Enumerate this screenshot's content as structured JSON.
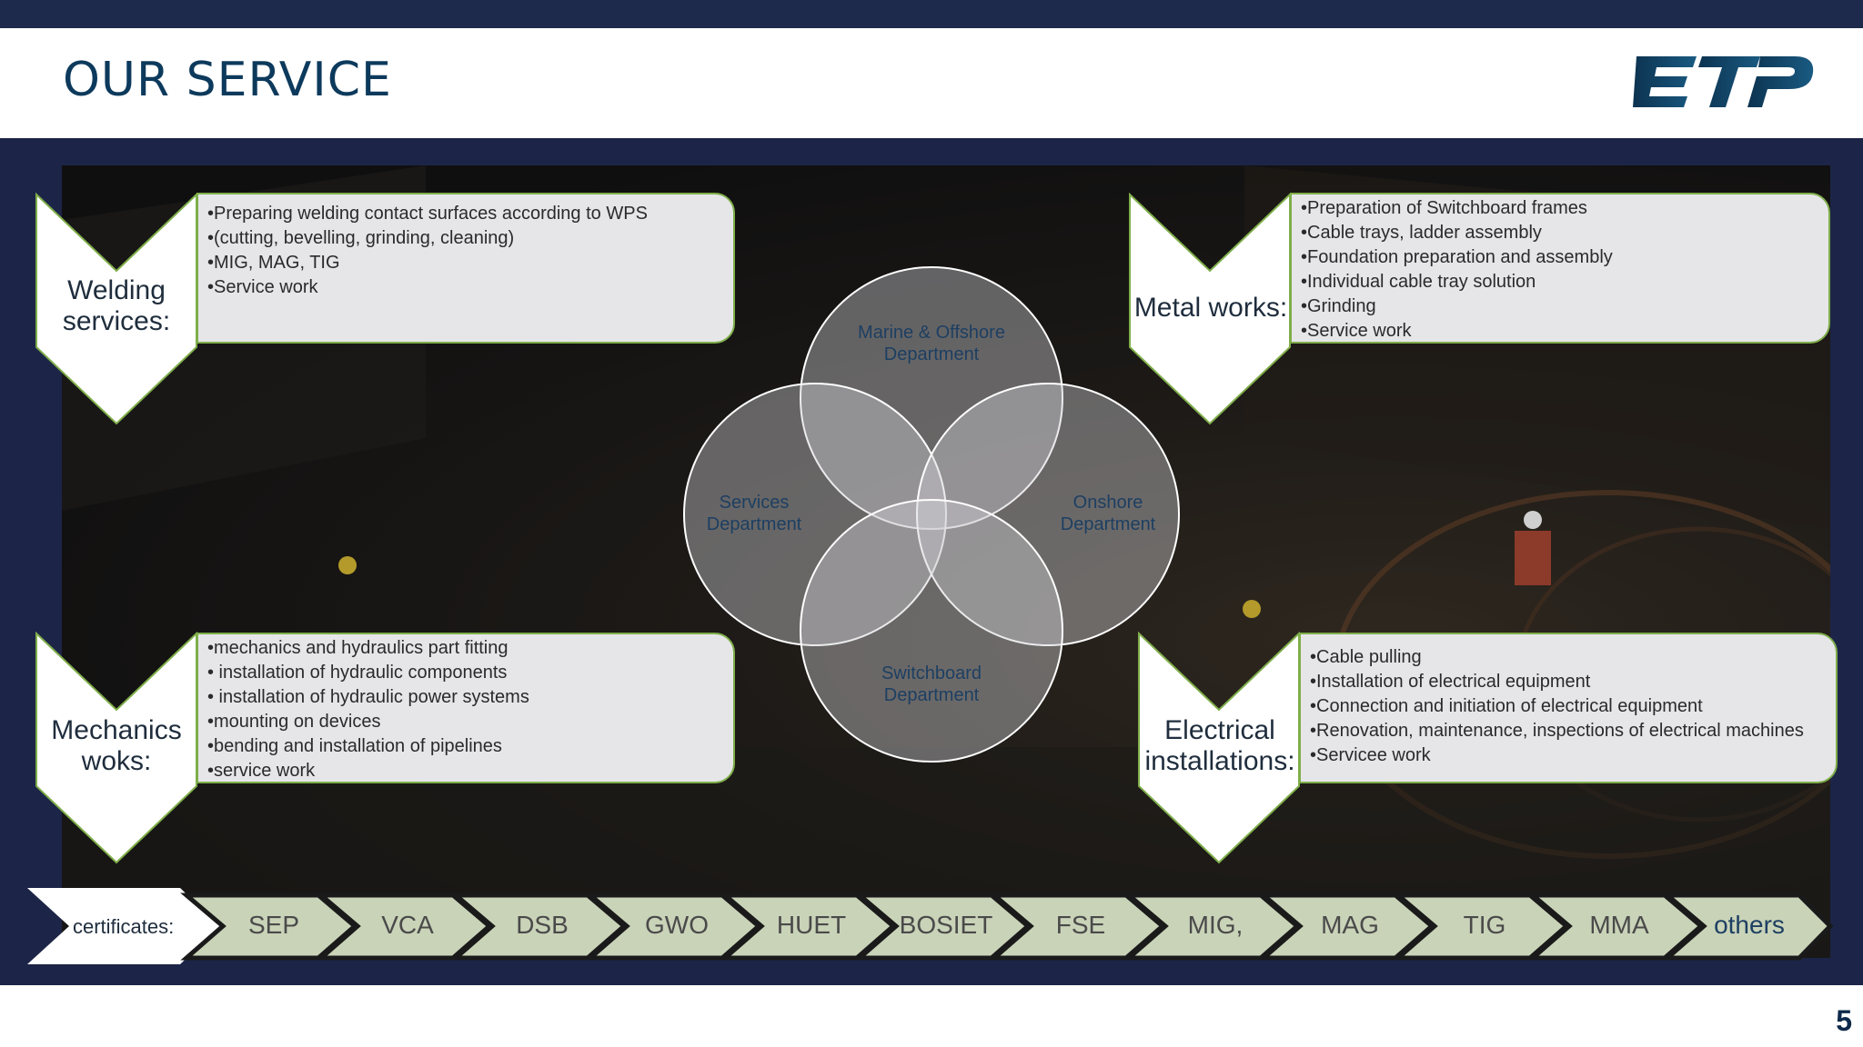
{
  "header": {
    "title": "OUR SERVICE",
    "logo_text": "ETP"
  },
  "footer": {
    "page_number": "5"
  },
  "sections": {
    "welding": {
      "label_line1": "Welding",
      "label_line2": "services:",
      "items": [
        "•Preparing welding contact surfaces according to WPS",
        "•(cutting, bevelling, grinding, cleaning)",
        "•MIG, MAG, TIG",
        "•Service work"
      ]
    },
    "metal": {
      "label_line1": "Metal works:",
      "items": [
        "•Preparation of Switchboard frames",
        "•Cable trays, ladder assembly",
        "•Foundation preparation and assembly",
        "•Individual cable tray solution",
        "•Grinding",
        "•Service work"
      ]
    },
    "mechanics": {
      "label_line1": "Mechanics",
      "label_line2": "woks:",
      "items": [
        "•mechanics and hydraulics part fitting",
        "• installation of hydraulic components",
        "• installation of hydraulic power systems",
        "•mounting on devices",
        "•bending and installation of pipelines",
        "•service work"
      ]
    },
    "electrical": {
      "label_line1": "Electrical",
      "label_line2": "installations:",
      "items": [
        "•Cable pulling",
        "•Installation of electrical equipment",
        "•Connection and initiation of electrical equipment",
        "•Renovation, maintenance, inspections of electrical machines",
        "•Servicee work"
      ]
    }
  },
  "departments": {
    "top": {
      "line1": "Marine & Offshore",
      "line2": "Department"
    },
    "left": {
      "line1": "Services",
      "line2": "Department"
    },
    "right": {
      "line1": "Onshore",
      "line2": "Department"
    },
    "bottom": {
      "line1": "Switchboard",
      "line2": "Department"
    }
  },
  "certificates": {
    "label": "certificates:",
    "items": [
      "SEP",
      "VCA",
      "DSB",
      "GWO",
      "HUET",
      "BOSIET",
      "FSE",
      "MIG,",
      "MAG",
      "TIG",
      "MMA",
      "others"
    ],
    "highlight": "others",
    "colors": {
      "chevron": "#c9d3b8",
      "highlight_text": "#1d3f62"
    }
  },
  "colors": {
    "accent_green": "#7fae4a",
    "navy": "#1c2547",
    "title": "#0d3a5c"
  }
}
